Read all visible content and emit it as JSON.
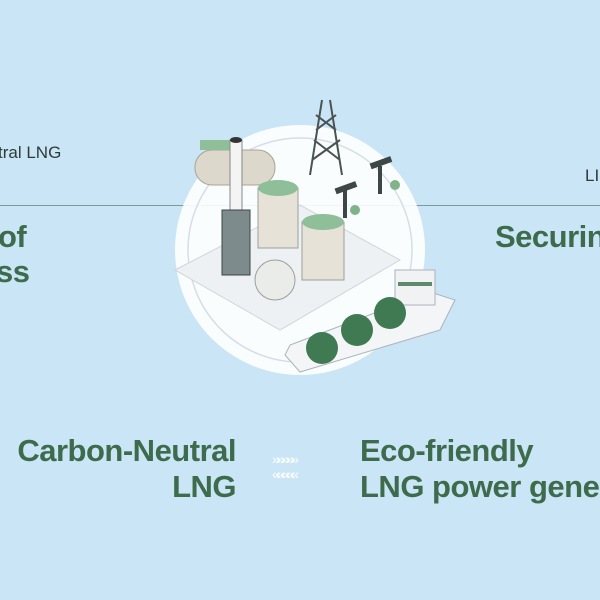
{
  "top_left_label": "tral LNG",
  "top_right_label": "LI",
  "left_heading": [
    "of",
    "ss"
  ],
  "right_heading": "Securin",
  "bottom_left": [
    "Carbon-Neutral",
    "LNG"
  ],
  "bottom_right": [
    "Eco-friendly",
    "LNG power gene"
  ],
  "arrows": {
    "forward": "»»»»»",
    "back": "«««««"
  },
  "colors": {
    "background": "#c9e5f6",
    "heading": "#3e6b4c",
    "accent_green": "#8fbf98"
  }
}
